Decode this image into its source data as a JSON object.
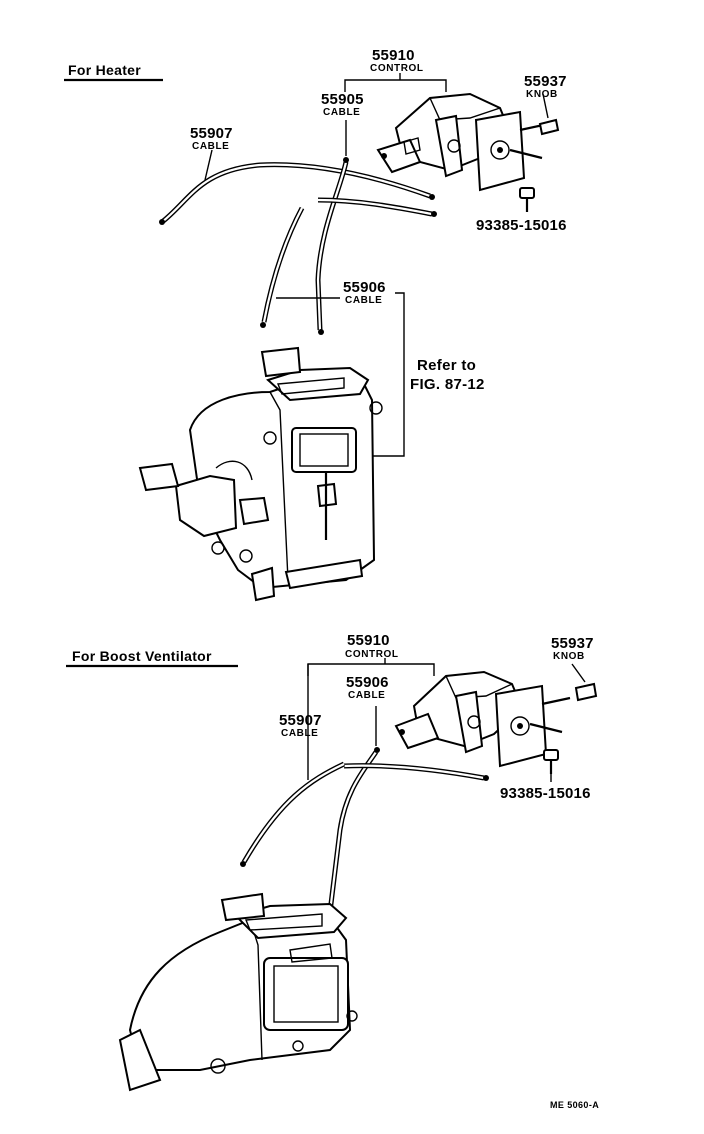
{
  "sections": {
    "heater": {
      "title": "For Heater"
    },
    "boost": {
      "title": "For Boost Ventilator"
    }
  },
  "heater": {
    "control": {
      "number": "55910",
      "name": "CONTROL"
    },
    "knob": {
      "number": "55937",
      "name": "KNOB"
    },
    "cable_a": {
      "number": "55905",
      "name": "CABLE"
    },
    "cable_b": {
      "number": "55907",
      "name": "CABLE"
    },
    "cable_c": {
      "number": "55906",
      "name": "CABLE"
    },
    "screw": {
      "number": "93385-15016"
    },
    "reference": {
      "line1": "Refer to",
      "line2": "FIG. 87-12"
    }
  },
  "boost": {
    "control": {
      "number": "55910",
      "name": "CONTROL"
    },
    "knob": {
      "number": "55937",
      "name": "KNOB"
    },
    "cable_a": {
      "number": "55906",
      "name": "CABLE"
    },
    "cable_b": {
      "number": "55907",
      "name": "CABLE"
    },
    "screw": {
      "number": "93385-15016"
    }
  },
  "footer": {
    "code": "ME 5060-A"
  }
}
